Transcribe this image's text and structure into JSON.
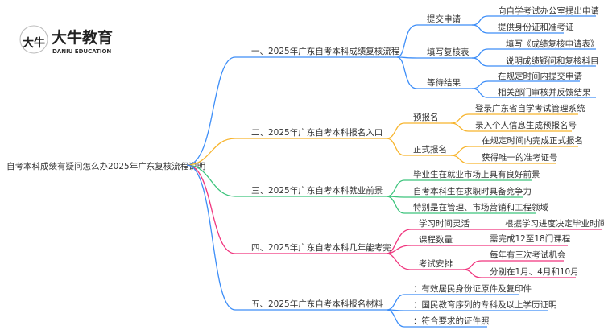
{
  "logo": {
    "cn": "大牛教育",
    "en": "DANIU EDUCATION",
    "mark": "大牛"
  },
  "colors": {
    "b1": "#3d8ef8",
    "b2": "#f7b42c",
    "b3": "#3cc47c",
    "b4": "#f0357e",
    "b5": "#3d8ef8"
  },
  "root": "自考本科成绩有疑问怎么办2025年广东复核流程说明",
  "branches": [
    {
      "label": "一、2025年广东自考本科成绩复核流程",
      "children": [
        {
          "label": "提交申请",
          "leaves": [
            "向自学考试办公室提出申请",
            "提供身份证和准考证"
          ]
        },
        {
          "label": "填写复核表",
          "leaves": [
            "填写《成绩复核申请表》",
            "说明成绩疑问和复核科目"
          ]
        },
        {
          "label": "等待结果",
          "leaves": [
            "在规定时间内提交申请",
            "相关部门审核并反馈结果"
          ]
        }
      ]
    },
    {
      "label": "二、2025年广东自考本科报名入口",
      "children": [
        {
          "label": "预报名",
          "leaves": [
            "登录广东省自学考试管理系统",
            "录入个人信息生成预报名号"
          ]
        },
        {
          "label": "正式报名",
          "leaves": [
            "在规定时间内完成正式报名",
            "获得唯一的准考证号"
          ]
        }
      ]
    },
    {
      "label": "三、2025年广东自考本科就业前景",
      "leaves": [
        "毕业生在就业市场上具有良好前景",
        "自考本科生在求职时具备竞争力",
        "特别是在管理、市场营销和工程领域"
      ]
    },
    {
      "label": "四、2025年广东自考本科几年能考完",
      "children": [
        {
          "label": "学习时间灵活",
          "leaves": [
            "根据学习进度决定毕业时间"
          ]
        },
        {
          "label": "课程数量",
          "leaves": [
            "需完成12至18门课程"
          ]
        },
        {
          "label": "考试安排",
          "leaves": [
            "每年有三次考试机会",
            "分别在1月、4月和10月"
          ]
        }
      ]
    },
    {
      "label": "五、2025年广东自考本科报名材料",
      "leaves": [
        "：有效居民身份证原件及复印件",
        "：国民教育序列的专科及以上学历证明",
        "：符合要求的证件照"
      ]
    }
  ]
}
